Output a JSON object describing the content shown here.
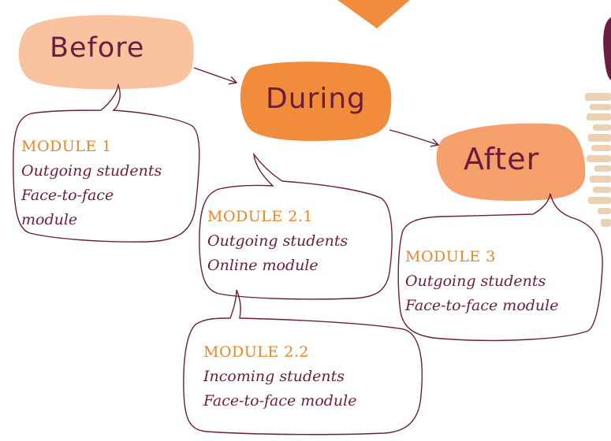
{
  "colors": {
    "light_orange": "#f9c3a0",
    "mid_orange": "#f5a06a",
    "deep_orange": "#f08c3c",
    "accent_orange": "#e8862c",
    "plum": "#6b1d3f",
    "texture": "#e8c9a8"
  },
  "phases": {
    "before": "Before",
    "during": "During",
    "after": "After"
  },
  "modules": {
    "m1": {
      "title": "MODULE 1",
      "line1": "Outgoing students",
      "line2": "Face-to-face",
      "line3": "module"
    },
    "m21": {
      "title": "MODULE 2.1",
      "line1": "Outgoing students",
      "line2": "Online module"
    },
    "m22": {
      "title": "MODULE 2.2",
      "line1": "Incoming students",
      "line2": "Face-to-face module"
    },
    "m3": {
      "title": "MODULE 3",
      "line1": "Outgoing students",
      "line2": "Face-to-face module"
    }
  }
}
